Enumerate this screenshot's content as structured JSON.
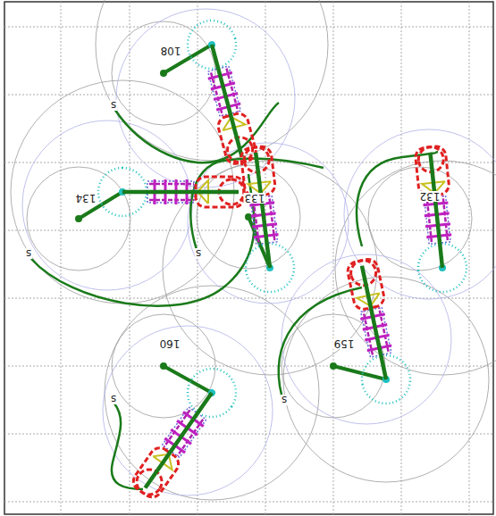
{
  "diagram": {
    "labels": [
      "108",
      "s",
      "134",
      "s",
      "133",
      "s",
      "132",
      "160",
      "s",
      "159",
      "s"
    ]
  }
}
